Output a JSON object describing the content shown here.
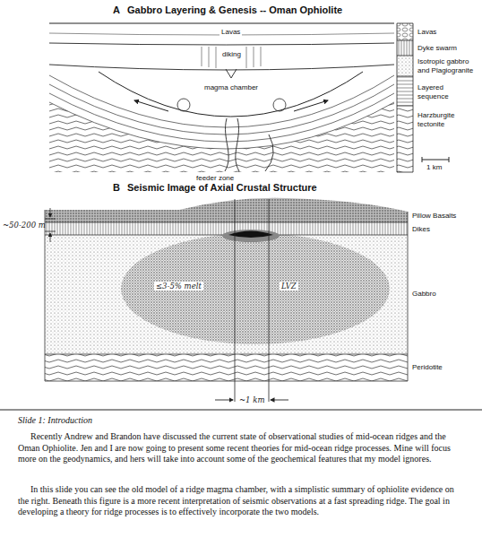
{
  "diagram": {
    "labels": [
      "A",
      "Gabbro Layering & Genesis -- Oman Ophiolite",
      "Lavas",
      "diking",
      "magma chamber",
      "feeder zone",
      "Lavas",
      "Dyke swarm",
      "Isotropic gabbro and Plagiogranite",
      "Layered sequence",
      "Harzburgite tectonite",
      "1 km",
      "B",
      "Seismic Image of Axial Crustal Structure",
      "~50-200 m",
      "≤3-5% melt",
      "LVZ",
      "~1 km",
      "Pillow Basalts",
      "Dikes",
      "Gabbro",
      "Peridotite",
      "Slide 1: Introduction",
      "Recently Andrew and Brandon have discussed the current state of observational studies of mid-ocean ridges and the Oman Ophiolite. Jen and I are now going to present some recent theories for mid-ocean ridge processes. Mine will focus more on the geodynamics, and hers will take into account some of the geochemical features that my model ignores.",
      "In this slide you can see the old model of a ridge magma chamber, with a simplistic summary of ophiolite evidence on the right. Beneath this figure is a more recent interpretation of seismic observations at a fast spreading ridge. The goal in developing a theory for ridge processes is to effectively incorporate the two models."
    ]
  }
}
